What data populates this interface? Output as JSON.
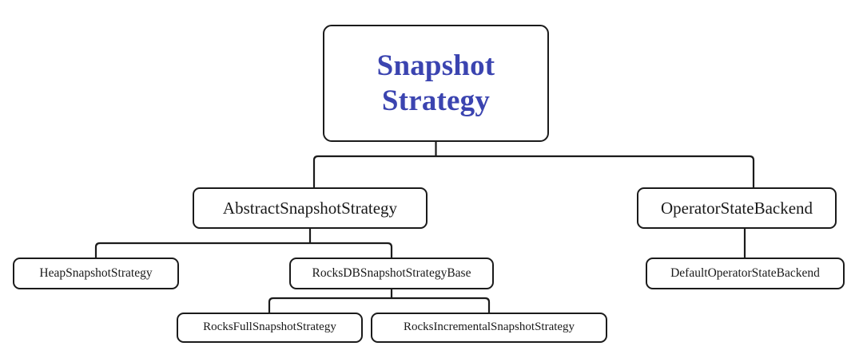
{
  "diagram": {
    "type": "class-hierarchy-tree",
    "title": "Snapshot Strategy",
    "background_color": "#ffffff",
    "edge_color": "#1b1b1b",
    "node_border_color": "#1b1b1b",
    "node_fill_color": "#ffffff",
    "root_text_color": "#3b44b0",
    "node_text_color": "#1a1a1a",
    "nodes": {
      "root": {
        "label": "Snapshot\nStrategy",
        "level": 0
      },
      "abstract_snapshot_strategy": {
        "label": "AbstractSnapshotStrategy",
        "level": 1
      },
      "operator_state_backend": {
        "label": "OperatorStateBackend",
        "level": 1
      },
      "heap_snapshot_strategy": {
        "label": "HeapSnapshotStrategy",
        "level": 2
      },
      "rocksdb_snapshot_strategy_base": {
        "label": "RocksDBSnapshotStrategyBase",
        "level": 2
      },
      "default_operator_state_backend": {
        "label": "DefaultOperatorStateBackend",
        "level": 2
      },
      "rocks_full_snapshot_strategy": {
        "label": "RocksFullSnapshotStrategy",
        "level": 3
      },
      "rocks_incremental_snapshot_strategy": {
        "label": "RocksIncrementalSnapshotStrategy",
        "level": 3
      }
    },
    "edges": [
      {
        "from": "root",
        "to": "abstract_snapshot_strategy"
      },
      {
        "from": "root",
        "to": "operator_state_backend"
      },
      {
        "from": "abstract_snapshot_strategy",
        "to": "heap_snapshot_strategy"
      },
      {
        "from": "abstract_snapshot_strategy",
        "to": "rocksdb_snapshot_strategy_base"
      },
      {
        "from": "operator_state_backend",
        "to": "default_operator_state_backend"
      },
      {
        "from": "rocksdb_snapshot_strategy_base",
        "to": "rocks_full_snapshot_strategy"
      },
      {
        "from": "rocksdb_snapshot_strategy_base",
        "to": "rocks_incremental_snapshot_strategy"
      }
    ]
  }
}
